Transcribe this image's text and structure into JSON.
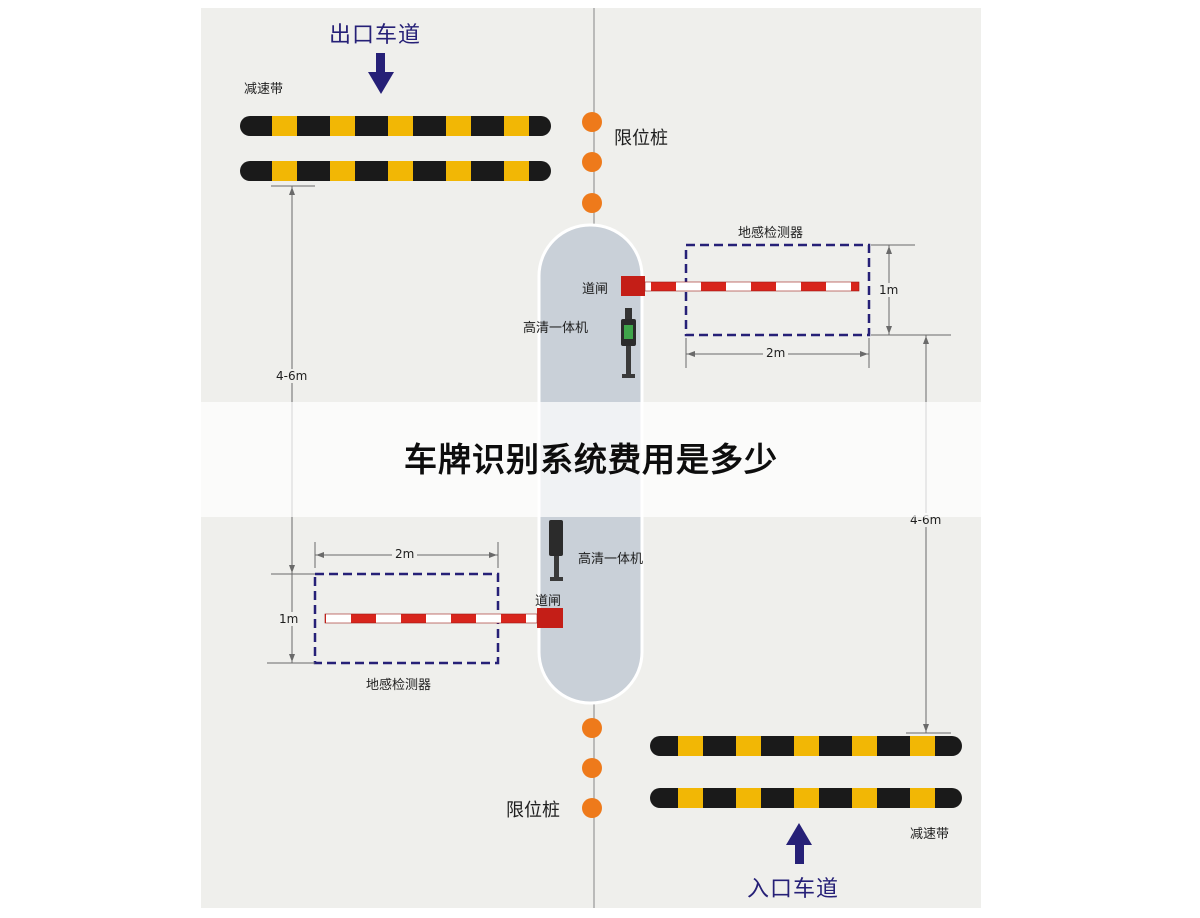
{
  "labels": {
    "exit_lane": "出口车道",
    "entry_lane": "入口车道",
    "speed_bump_top": "减速带",
    "speed_bump_bottom": "减速带",
    "bollard_top": "限位桩",
    "bollard_bottom": "限位桩",
    "gate_top": "道闸",
    "gate_bottom": "道闸",
    "camera_top": "高清一体机",
    "camera_bottom": "高清一体机",
    "loop_top": "地感检测器",
    "loop_bottom": "地感检测器"
  },
  "dimensions": {
    "spacing_left": "4-6m",
    "spacing_right": "4-6m",
    "loop_width_top": "2m",
    "loop_width_bottom": "2m",
    "loop_depth_top": "1m",
    "loop_depth_bottom": "1m"
  },
  "banner": {
    "title": "车牌识别系统费用是多少"
  },
  "colors": {
    "background": "#efefec",
    "lane_arrow": "#262077",
    "speed_bump_yellow": "#f2b705",
    "speed_bump_black": "#1a1a1a",
    "bollard": "#ee7a1b",
    "gate_red": "#d8251c",
    "island": "#c9d0d8",
    "detector_outline": "#262077"
  },
  "icons": [
    "down-arrow-icon",
    "up-arrow-icon",
    "camera-icon"
  ]
}
